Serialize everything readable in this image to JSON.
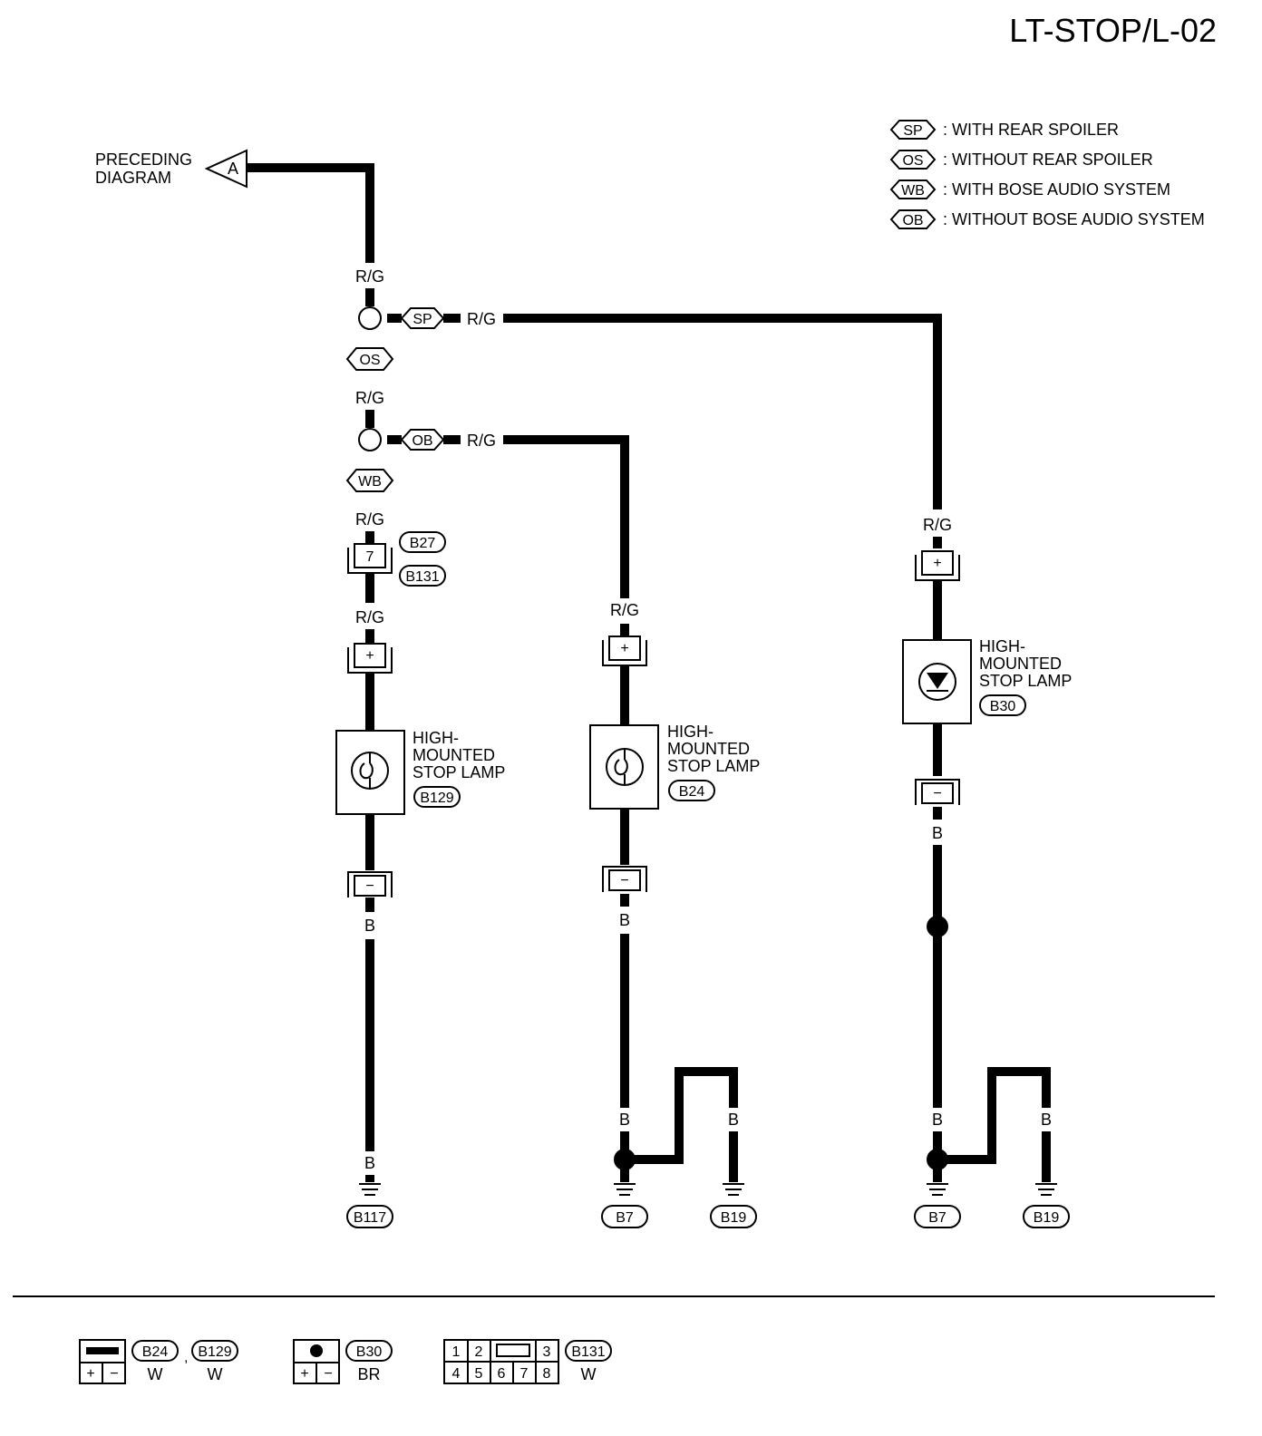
{
  "title": "LT-STOP/L-02",
  "legend": [
    {
      "code": "SP",
      "text": ": WITH REAR SPOILER"
    },
    {
      "code": "OS",
      "text": ": WITHOUT REAR SPOILER"
    },
    {
      "code": "WB",
      "text": ": WITH BOSE AUDIO SYSTEM"
    },
    {
      "code": "OB",
      "text": ": WITHOUT BOSE AUDIO SYSTEM"
    }
  ],
  "preceding": {
    "line1": "PRECEDING",
    "line2": "DIAGRAM",
    "connector": "A"
  },
  "wire_colors": {
    "rg": "R/G",
    "b": "B"
  },
  "options": {
    "sp": "SP",
    "os": "OS",
    "ob": "OB",
    "wb": "WB"
  },
  "connector_b27": {
    "pin": "7",
    "upper": "B27",
    "lower": "B131"
  },
  "terminals": {
    "plus": "+",
    "minus": "−"
  },
  "lamp_b129": {
    "line1": "HIGH-",
    "line2": "MOUNTED",
    "line3": "STOP LAMP",
    "id": "B129"
  },
  "lamp_b24": {
    "line1": "HIGH-",
    "line2": "MOUNTED",
    "line3": "STOP LAMP",
    "id": "B24"
  },
  "lamp_b30": {
    "line1": "HIGH-",
    "line2": "MOUNTED",
    "line3": "STOP LAMP",
    "id": "B30"
  },
  "grounds": {
    "g1": "B117",
    "g2": "B7",
    "g3": "B19",
    "g4": "B7",
    "g5": "B19"
  },
  "connector_views": {
    "v1": {
      "ids": [
        "B24",
        "B129"
      ],
      "color": "W",
      "pins": [
        "+",
        "−"
      ]
    },
    "v2": {
      "id": "B30",
      "color": "BR",
      "pins": [
        "+",
        "−"
      ]
    },
    "v3": {
      "id": "B131",
      "color": "W",
      "pins_top": [
        "1",
        "2",
        "3"
      ],
      "pins_bottom": [
        "4",
        "5",
        "6",
        "7",
        "8"
      ]
    }
  }
}
